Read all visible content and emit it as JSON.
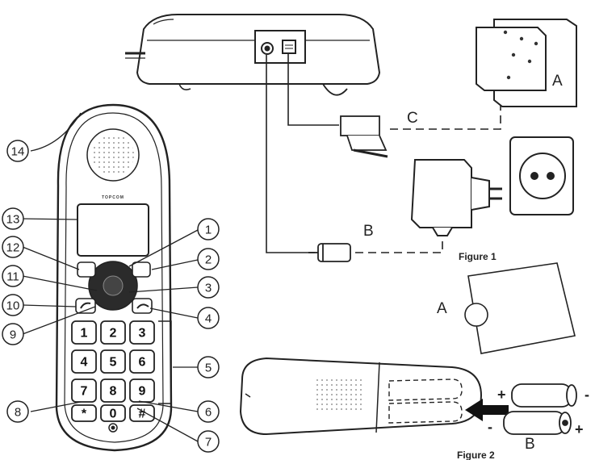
{
  "callouts": [
    "1",
    "2",
    "3",
    "4",
    "5",
    "6",
    "7",
    "8",
    "9",
    "10",
    "11",
    "12",
    "13",
    "14"
  ],
  "letters": {
    "a_top": "A",
    "b_cable": "B",
    "c_cable": "C",
    "a_cover": "A",
    "b_batt": "B"
  },
  "figures": {
    "figure1": "Figure 1",
    "figure2": "Figure 2"
  },
  "brand": "TOPCOM",
  "keypad": [
    "1",
    "2",
    "3",
    "4",
    "5",
    "6",
    "7",
    "8",
    "9",
    "*",
    "0",
    "#"
  ],
  "polarity": {
    "plus_top": "+",
    "minus_top": "-",
    "minus_bottom": "-",
    "plus_bottom": "+"
  }
}
